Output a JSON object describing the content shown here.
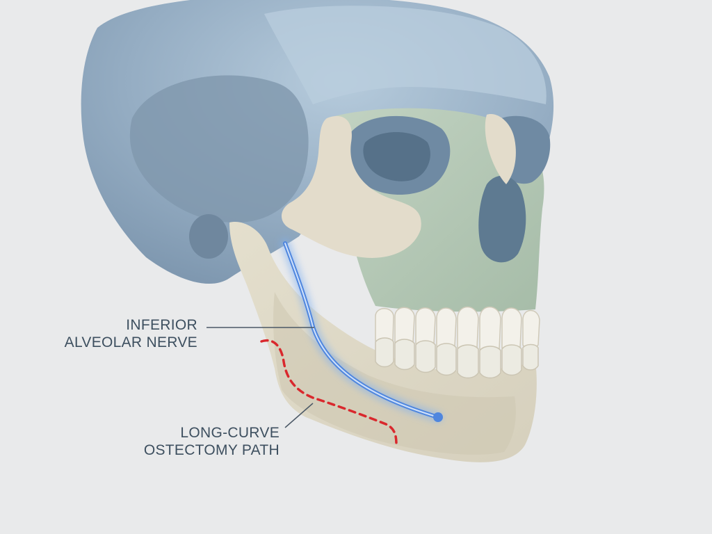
{
  "labels": {
    "nerve": {
      "line1": "INFERIOR",
      "line2": "ALVEOLAR NERVE"
    },
    "ostectomy": {
      "line1": "LONG-CURVE",
      "line2": "OSTECTOMY PATH"
    }
  },
  "colors": {
    "background": "#e9eaeb",
    "cranium": "#8fa8bf",
    "cranium_light": "#a9c0d3",
    "face_bone": "#b3c7b5",
    "mandible": "#ddd8c6",
    "zygoma": "#e3dccb",
    "nerve": "#4f86de",
    "ostectomy": "#d9282d",
    "leader_line": "#4b5866",
    "label_text": "#3d4f5f"
  }
}
